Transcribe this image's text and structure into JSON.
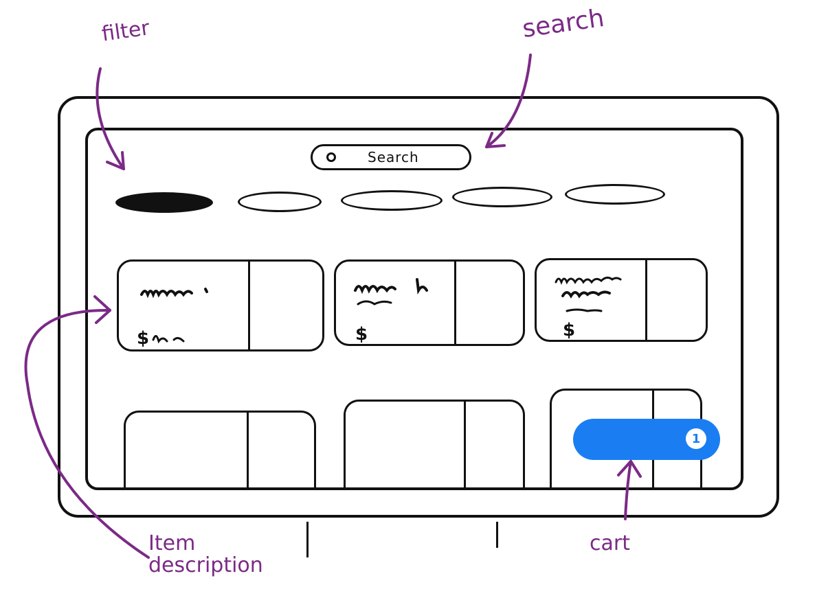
{
  "search": {
    "label": "Search"
  },
  "cart": {
    "count": "1"
  },
  "annotations": {
    "filter": "filter",
    "search": "search",
    "item_description": "Item description",
    "cart": "cart"
  },
  "colors": {
    "ink": "#111111",
    "annotation": "#7b2a86",
    "cart": "#1a7ef2"
  }
}
